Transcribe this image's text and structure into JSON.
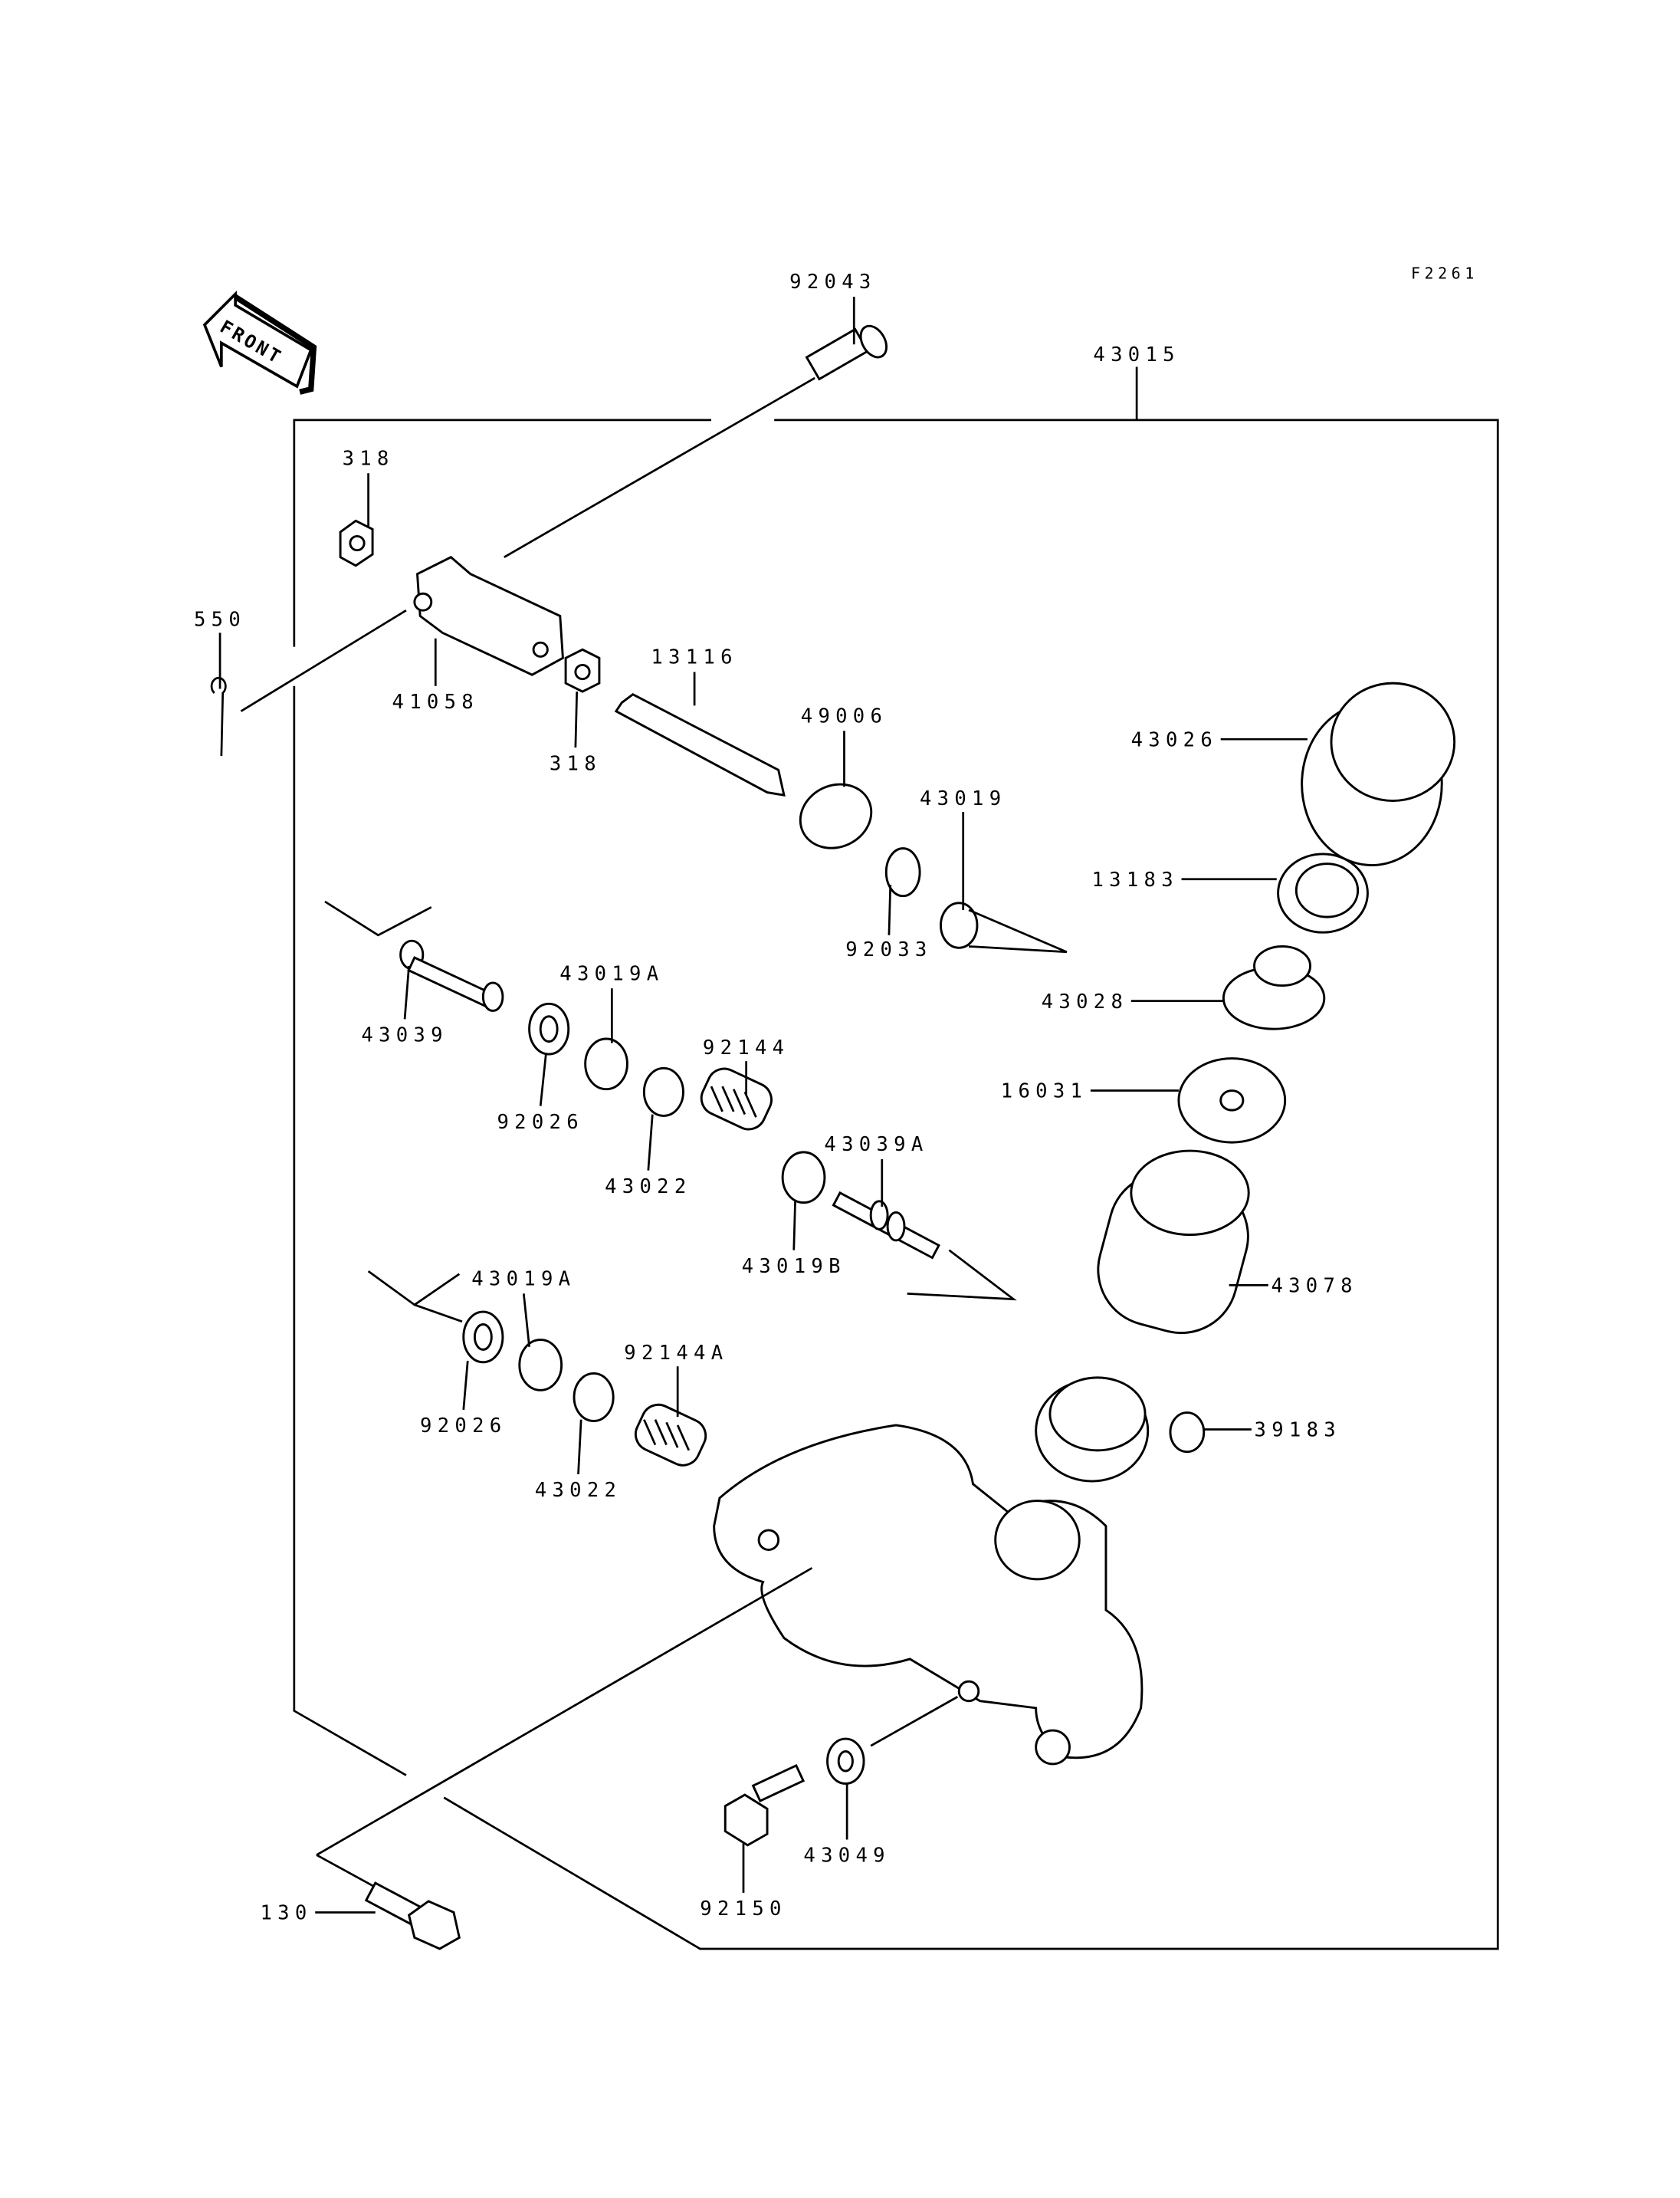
{
  "figure_code": "F2261",
  "front_arrow_label": "FRONT",
  "assembly_label": "43015",
  "parts": [
    {
      "id": "92043",
      "label": "92043"
    },
    {
      "id": "318-a",
      "label": "318"
    },
    {
      "id": "550",
      "label": "550"
    },
    {
      "id": "41058",
      "label": "41058"
    },
    {
      "id": "318-b",
      "label": "318"
    },
    {
      "id": "13116",
      "label": "13116"
    },
    {
      "id": "49006",
      "label": "49006"
    },
    {
      "id": "43019",
      "label": "43019"
    },
    {
      "id": "92033",
      "label": "92033"
    },
    {
      "id": "43026",
      "label": "43026"
    },
    {
      "id": "13183",
      "label": "13183"
    },
    {
      "id": "43028",
      "label": "43028"
    },
    {
      "id": "16031",
      "label": "16031"
    },
    {
      "id": "43039",
      "label": "43039"
    },
    {
      "id": "43019A-a",
      "label": "43019A"
    },
    {
      "id": "92026-a",
      "label": "92026"
    },
    {
      "id": "92144",
      "label": "92144"
    },
    {
      "id": "43022-a",
      "label": "43022"
    },
    {
      "id": "43039A",
      "label": "43039A"
    },
    {
      "id": "43019B",
      "label": "43019B"
    },
    {
      "id": "43078",
      "label": "43078"
    },
    {
      "id": "43019A-b",
      "label": "43019A"
    },
    {
      "id": "92144A",
      "label": "92144A"
    },
    {
      "id": "92026-b",
      "label": "92026"
    },
    {
      "id": "43022-b",
      "label": "43022"
    },
    {
      "id": "39183",
      "label": "39183"
    },
    {
      "id": "43049",
      "label": "43049"
    },
    {
      "id": "92150",
      "label": "92150"
    },
    {
      "id": "130",
      "label": "130"
    }
  ]
}
